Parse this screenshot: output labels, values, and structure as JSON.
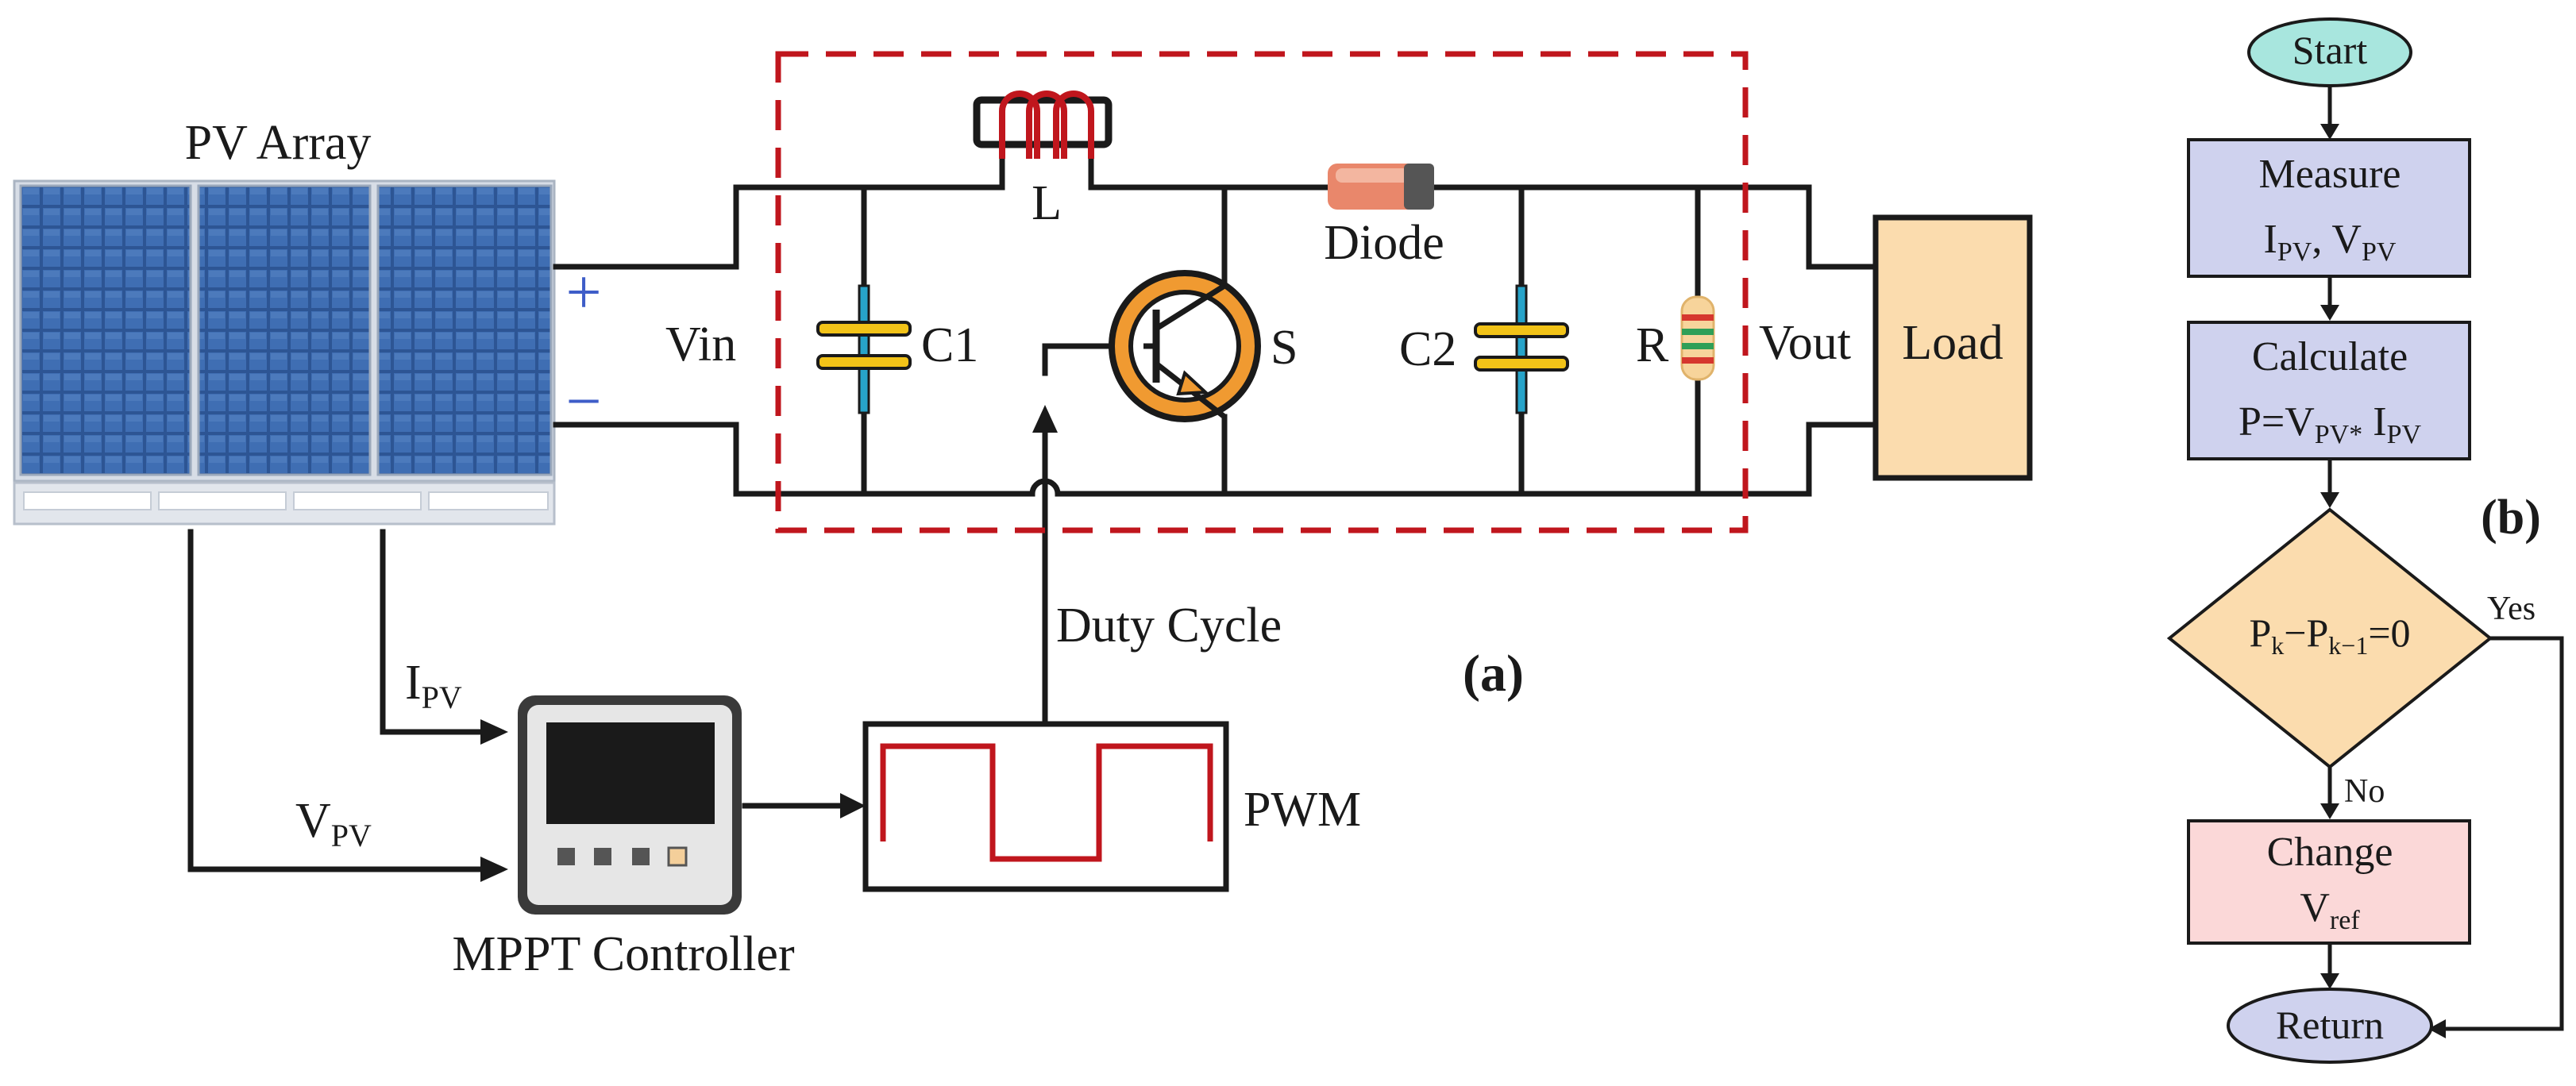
{
  "circuit": {
    "pv_label": "PV Array",
    "plus_sign": "+",
    "minus_sign": "−",
    "vin": "Vin",
    "vout": "Vout",
    "inductor": "L",
    "diode": "Diode",
    "c1": "C1",
    "switch": "S",
    "c2": "C2",
    "resistor": "R",
    "load": "Load",
    "duty_cycle": "Duty Cycle",
    "pwm": "PWM",
    "controller": "MPPT Controller",
    "ipv_main": "I",
    "vpv_main": "V",
    "pv_sub": "PV",
    "panel_label": "(a)"
  },
  "flowchart": {
    "panel_label": "(b)",
    "start": "Start",
    "measure": "Measure",
    "measure_i": "I",
    "measure_v": "V",
    "pv_sub": "PV",
    "comma": ", ",
    "calculate": "Calculate",
    "calc_prefix": "P=V",
    "calc_mult": "*",
    "calc_i": " I",
    "dec_p": "P",
    "dec_k": "k",
    "dec_minus": "−P",
    "dec_km1": "k−1",
    "dec_eq": "=0",
    "yes": "Yes",
    "no": "No",
    "change": "Change",
    "vref_main": "V",
    "vref_sub": "ref",
    "ret": "Return"
  },
  "colors": {
    "panel_blue": "#2f5a9c",
    "dashed_box": "#c0161d",
    "pwm_wave": "#c0161d",
    "load_fill": "#fbdcae",
    "start_fill": "#a8e6de",
    "process_fill": "#cfd2ee",
    "decision_fill": "#fbdcae",
    "change_fill": "#fbd8d8",
    "return_fill": "#cfd2ee"
  }
}
